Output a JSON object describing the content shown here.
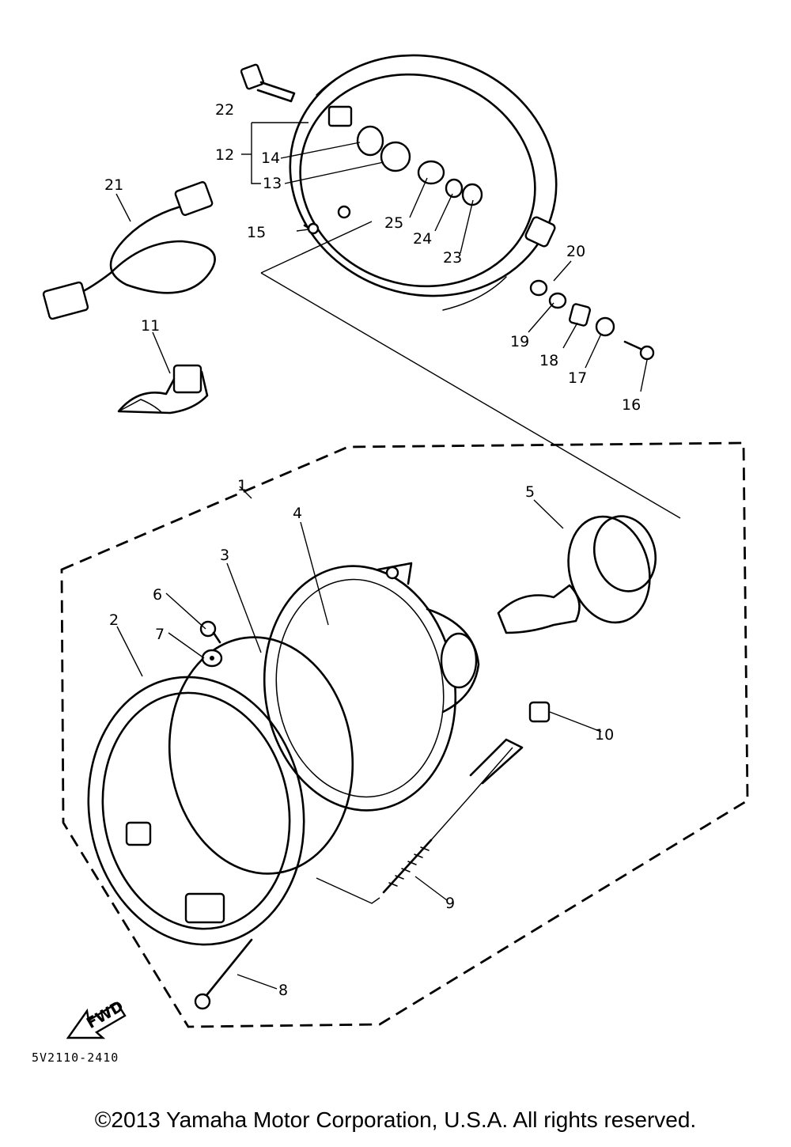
{
  "diagram": {
    "reference_code": "5V2110-2410",
    "copyright": "©2013 Yamaha Motor Corporation, U.S.A. All rights reserved.",
    "arrow_label": "FWD",
    "callouts": [
      "1",
      "2",
      "3",
      "4",
      "5",
      "6",
      "7",
      "8",
      "9",
      "10",
      "11",
      "12",
      "13",
      "14",
      "15",
      "16",
      "17",
      "18",
      "19",
      "20",
      "21",
      "22",
      "23",
      "24",
      "25"
    ]
  }
}
